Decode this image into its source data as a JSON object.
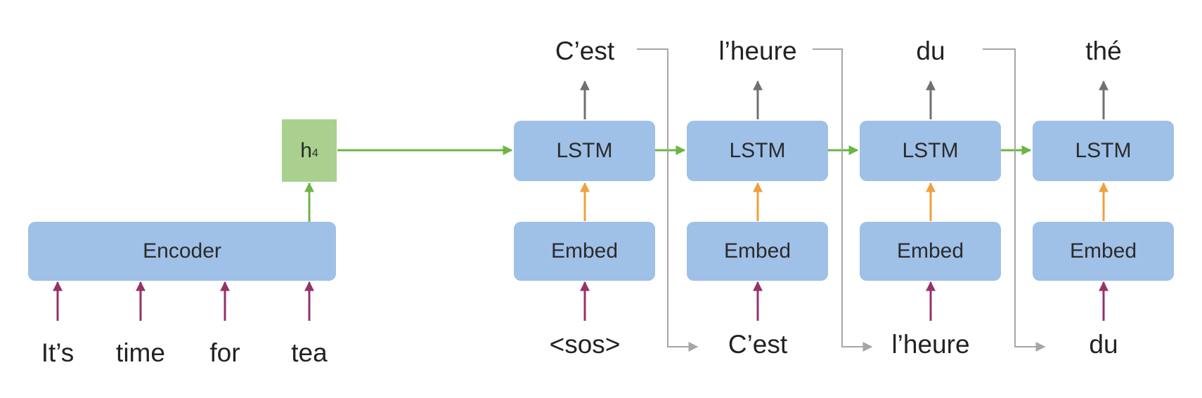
{
  "encoder": {
    "label": "Encoder",
    "inputs": [
      "It’s",
      "time",
      "for",
      "tea"
    ]
  },
  "hidden_state": {
    "label": "h",
    "subscript": "4"
  },
  "decoder": {
    "steps": [
      {
        "lstm": "LSTM",
        "embed": "Embed",
        "input": "<sos>",
        "output": "C’est"
      },
      {
        "lstm": "LSTM",
        "embed": "Embed",
        "input": "C’est",
        "output": "l’heure"
      },
      {
        "lstm": "LSTM",
        "embed": "Embed",
        "input": "l’heure",
        "output": "du"
      },
      {
        "lstm": "LSTM",
        "embed": "Embed",
        "input": "du",
        "output": "thé"
      }
    ]
  },
  "colors": {
    "box_blue": "#9fc0e7",
    "hidden_green": "#a9d08e",
    "state_arrow_green": "#6cb444",
    "input_arrow_purple": "#93326b",
    "embed_arrow_orange": "#f0a03c",
    "output_arrow_gray": "#707070",
    "feedback_line_gray": "#a6a6a6"
  }
}
